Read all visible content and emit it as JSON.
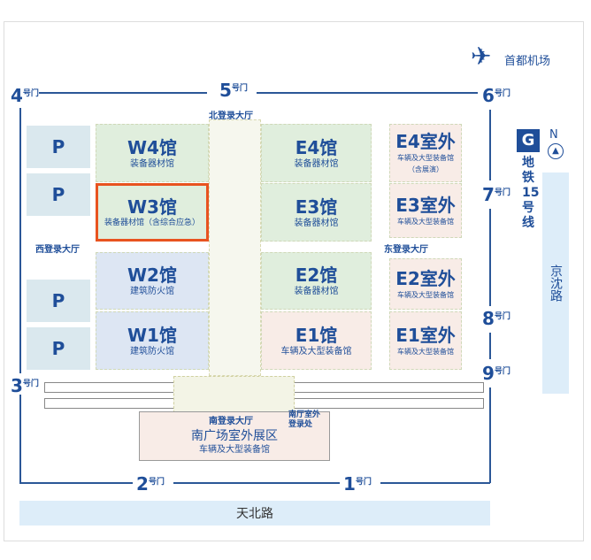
{
  "airport": {
    "label": "首都机场",
    "icon": "airplane-icon"
  },
  "gates": [
    {
      "num": "4",
      "suffix": "号门"
    },
    {
      "num": "5",
      "suffix": "号门"
    },
    {
      "num": "6",
      "suffix": "号门"
    },
    {
      "num": "7",
      "suffix": "号门"
    },
    {
      "num": "8",
      "suffix": "号门"
    },
    {
      "num": "9",
      "suffix": "号门"
    },
    {
      "num": "3",
      "suffix": "号门"
    },
    {
      "num": "2",
      "suffix": "号门"
    },
    {
      "num": "1",
      "suffix": "号门"
    }
  ],
  "lobbies": {
    "north": "北登录大厅",
    "west": "西登录大厅",
    "east": "东登录大厅",
    "south": "南登录大厅",
    "south_outdoor": "南厅室外\n登录处"
  },
  "parking": "P",
  "halls": {
    "W4": {
      "name": "W4馆",
      "desc": "装备器材馆"
    },
    "W3": {
      "name": "W3馆",
      "desc": "装备器材馆（含综合应急）"
    },
    "W2": {
      "name": "W2馆",
      "desc": "建筑防火馆"
    },
    "W1": {
      "name": "W1馆",
      "desc": "建筑防火馆"
    },
    "E4": {
      "name": "E4馆",
      "desc": "装备器材馆"
    },
    "E3": {
      "name": "E3馆",
      "desc": "装备器材馆"
    },
    "E2": {
      "name": "E2馆",
      "desc": "装备器材馆"
    },
    "E1": {
      "name": "E1馆",
      "desc": "车辆及大型装备馆"
    },
    "E4out": {
      "name": "E4室外",
      "desc": "车辆及大型装备馆",
      "note": "（含展演）"
    },
    "E3out": {
      "name": "E3室外",
      "desc": "车辆及大型装备馆"
    },
    "E2out": {
      "name": "E2室外",
      "desc": "车辆及大型装备馆"
    },
    "E1out": {
      "name": "E1室外",
      "desc": "车辆及大型装备馆"
    }
  },
  "south_plaza": {
    "name": "南广场室外展区",
    "desc": "车辆及大型装备馆"
  },
  "subway": {
    "label": "地铁15号线"
  },
  "compass": "N",
  "roads": {
    "east": "京沈路",
    "south": "天北路"
  },
  "colors": {
    "highlight": "#e8531f",
    "text": "#1f4e99"
  }
}
